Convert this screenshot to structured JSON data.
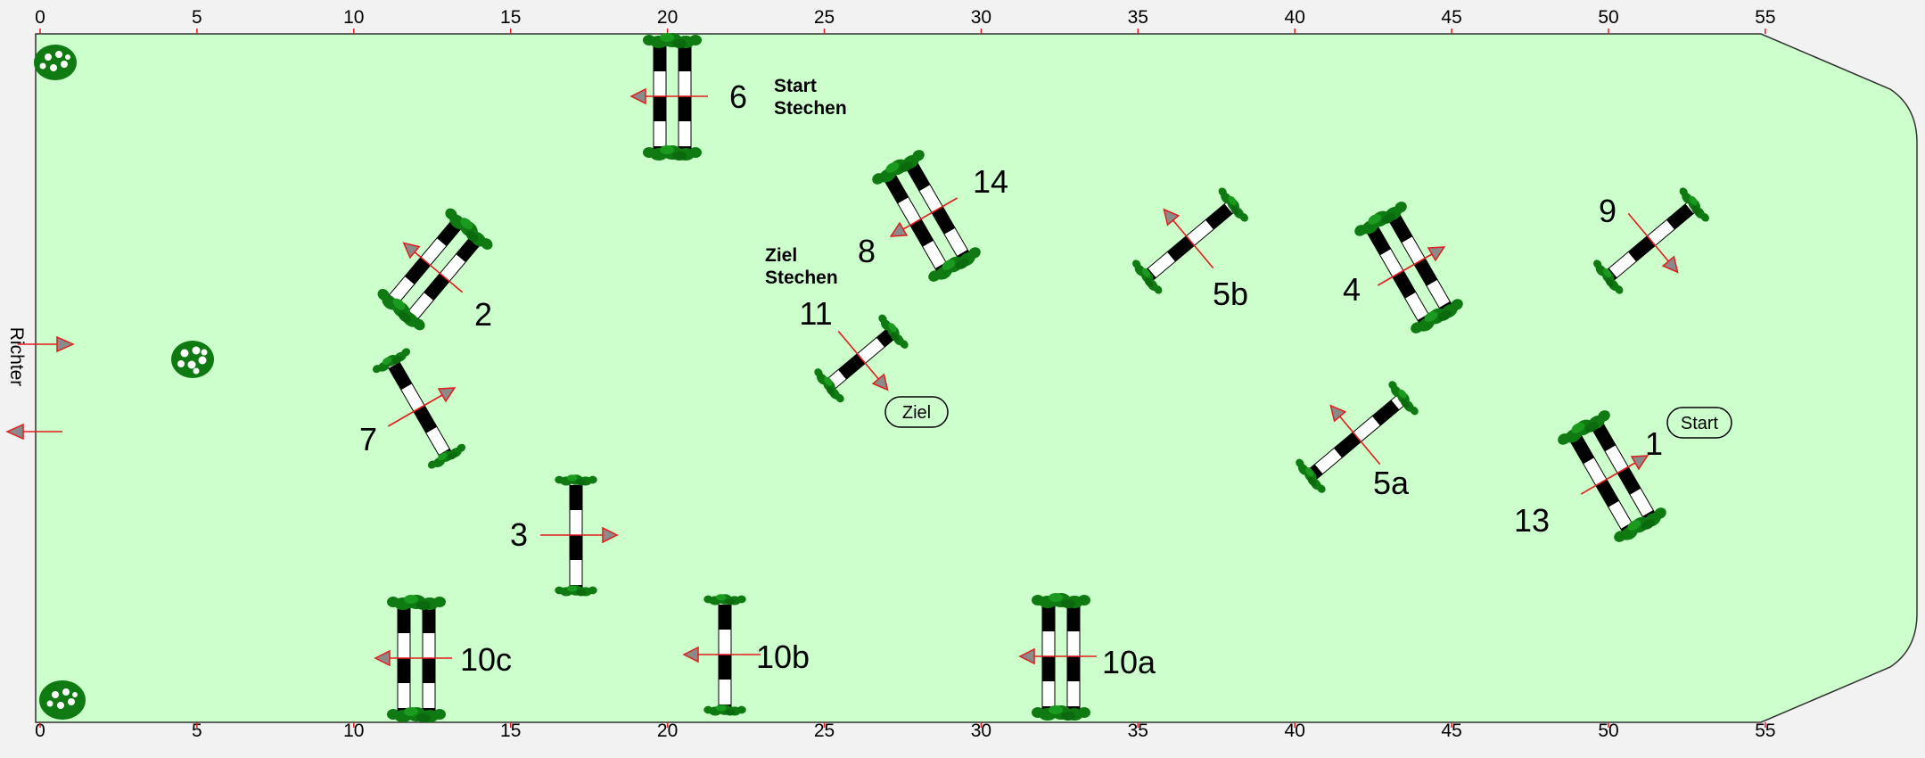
{
  "arena": {
    "fill": "#ccffcc",
    "edge": "#333333",
    "axis_ticks": [
      "0",
      "5",
      "10",
      "15",
      "20",
      "25",
      "30",
      "35",
      "40",
      "45",
      "50",
      "55"
    ],
    "judge_label": "Richter"
  },
  "colors": {
    "plant": "#0f7a12",
    "arrow": "#e11d1d",
    "arrow_head": "#8a8a8a",
    "pole_dark": "#000000",
    "pole_light": "#ffffff"
  },
  "obstacles": [
    {
      "id": "1",
      "label": "1",
      "kind": "oxer",
      "direction": "forward"
    },
    {
      "id": "2",
      "label": "2",
      "kind": "oxer",
      "direction": "backward"
    },
    {
      "id": "3",
      "label": "3",
      "kind": "vertical",
      "direction": "right"
    },
    {
      "id": "4",
      "label": "4",
      "kind": "oxer",
      "direction": "forward"
    },
    {
      "id": "5a",
      "label": "5a",
      "kind": "vertical",
      "direction": "backward"
    },
    {
      "id": "5b",
      "label": "5b",
      "kind": "vertical",
      "direction": "backward"
    },
    {
      "id": "6",
      "label": "6",
      "kind": "oxer",
      "direction": "left"
    },
    {
      "id": "7",
      "label": "7",
      "kind": "vertical",
      "direction": "forward"
    },
    {
      "id": "8",
      "label": "8",
      "kind": "oxer",
      "direction": "backward"
    },
    {
      "id": "9",
      "label": "9",
      "kind": "vertical",
      "direction": "forward"
    },
    {
      "id": "10a",
      "label": "10a",
      "kind": "oxer",
      "direction": "left"
    },
    {
      "id": "10b",
      "label": "10b",
      "kind": "vertical",
      "direction": "left"
    },
    {
      "id": "10c",
      "label": "10c",
      "kind": "oxer",
      "direction": "left"
    },
    {
      "id": "11",
      "label": "11",
      "kind": "vertical",
      "direction": "forward"
    },
    {
      "id": "13",
      "label": "13",
      "kind": "oxer",
      "direction": "backward"
    },
    {
      "id": "14",
      "label": "14",
      "kind": "oxer",
      "direction": "forward"
    }
  ],
  "notes": {
    "start_jumpoff": [
      "Start",
      "Stechen"
    ],
    "finish_jumpoff": [
      "Ziel",
      "Stechen"
    ]
  },
  "markers": {
    "start": "Start",
    "finish": "Ziel"
  }
}
